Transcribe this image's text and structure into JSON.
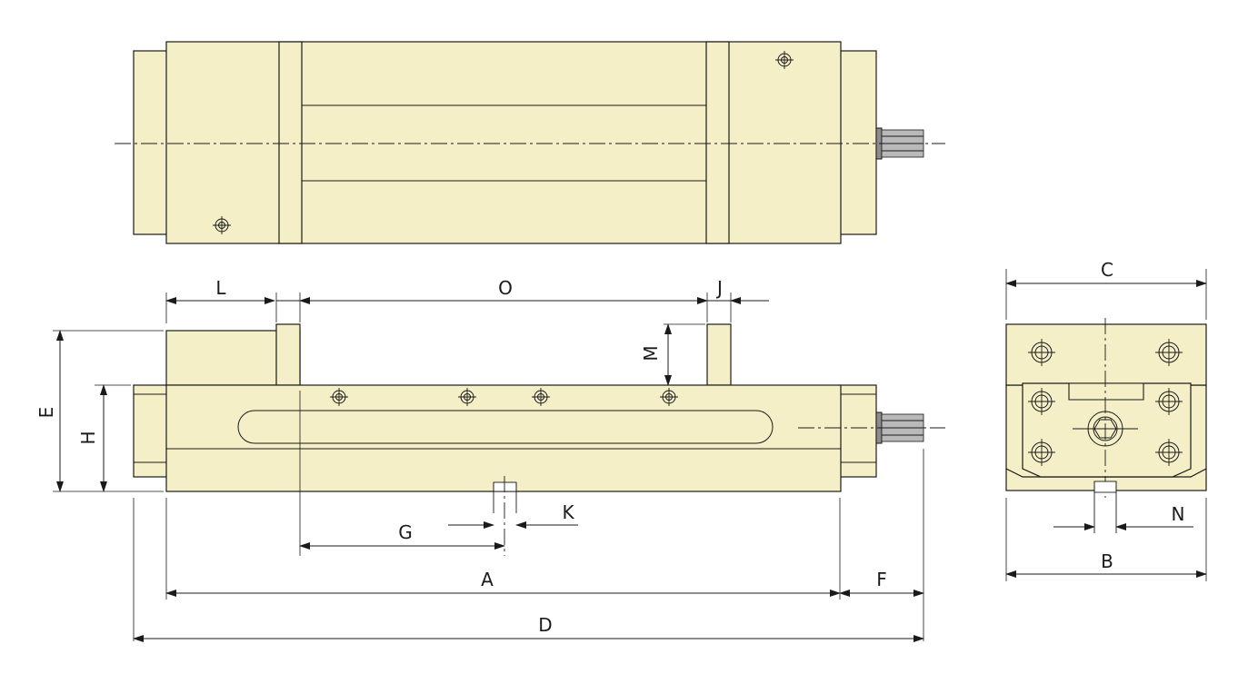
{
  "dimensions": {
    "A": "A",
    "B": "B",
    "C": "C",
    "D": "D",
    "E": "E",
    "F": "F",
    "G": "G",
    "H": "H",
    "J": "J",
    "K": "K",
    "L": "L",
    "M": "M",
    "N": "N",
    "O": "O"
  },
  "colors": {
    "body": "#f4efc6",
    "outline": "#1a1a1a",
    "spindle": "#8c8c8c"
  },
  "icons": {
    "bolt_hole": "crosshair-circle"
  }
}
